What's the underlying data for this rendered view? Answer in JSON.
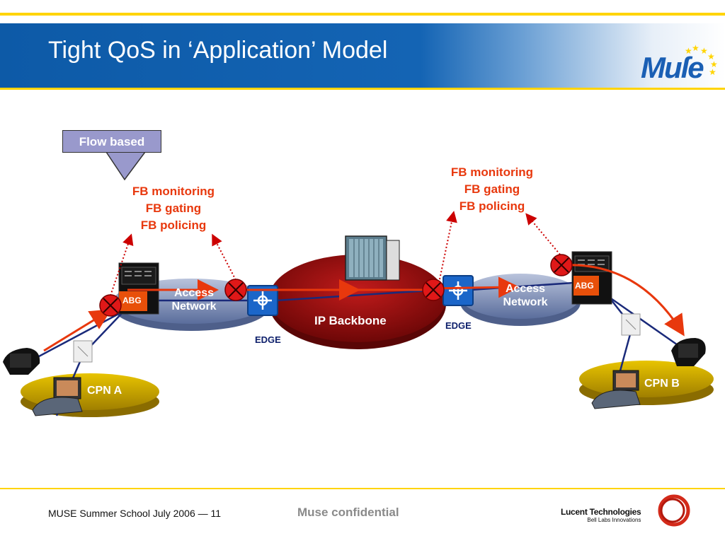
{
  "slide": {
    "title": "Tight QoS in ‘Application’ Model",
    "logo_text": "Muſe",
    "footer_left": "MUSE Summer School July 2006 — 11",
    "footer_center": "Muse confidential",
    "lucent_name": "Lucent Technologies",
    "lucent_sub": "Bell Labs Innovations"
  },
  "diagram": {
    "callout": "Flow based",
    "fb_left": [
      "FB monitoring",
      "FB gating",
      "FB policing"
    ],
    "fb_right": [
      "FB monitoring",
      "FB gating",
      "FB policing"
    ],
    "access_left": [
      "Access",
      "Network"
    ],
    "access_right": [
      "Access",
      "Network"
    ],
    "backbone": "IP Backbone",
    "edge_left": "EDGE",
    "edge_right": "EDGE",
    "abg_left": "ABG",
    "abg_right": "ABG",
    "cpn_a": "CPN A",
    "cpn_b": "CPN B"
  },
  "colors": {
    "banner": "#1464b4",
    "accent_yellow": "#ffd400",
    "fb_red": "#e8380d",
    "backbone": "#8b0d0d",
    "access": "#7e8fb8",
    "cpn": "#c9a400",
    "edge_box": "#1b66c9",
    "callout": "#9999cc"
  },
  "icons": [
    "router-icon",
    "server-icon",
    "phone-icon",
    "videophone-icon",
    "gateway-icon",
    "gating-x-icon",
    "lucent-logo-icon",
    "muse-stars-icon"
  ]
}
